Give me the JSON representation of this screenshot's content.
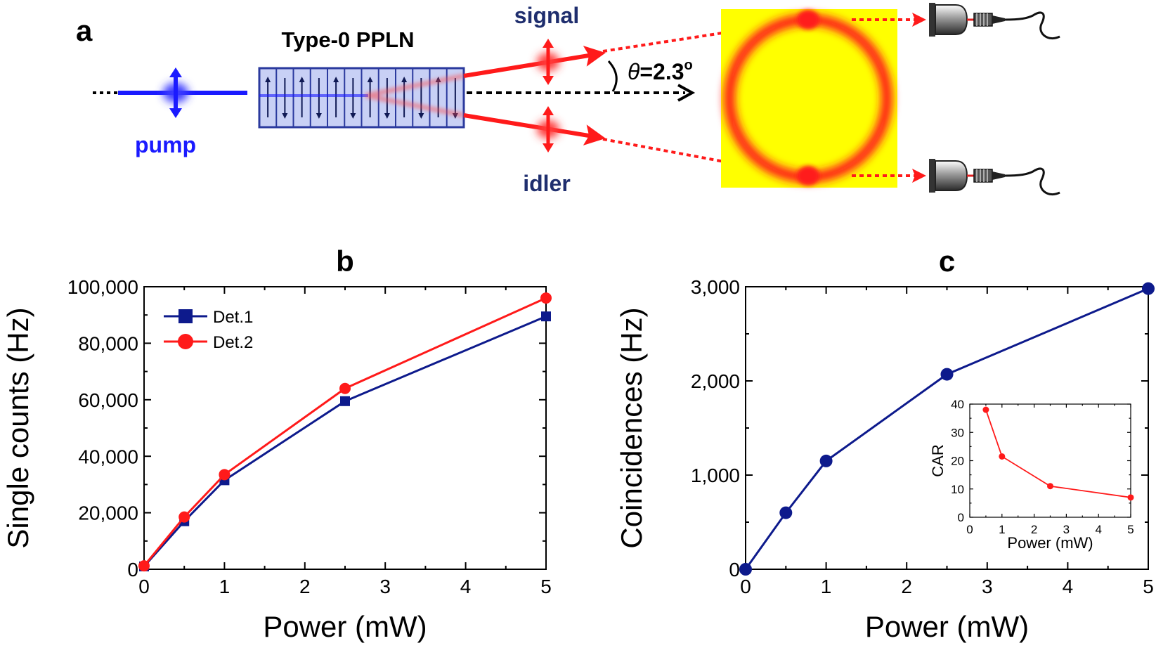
{
  "colors": {
    "pump": "#1a1aff",
    "beam_red": "#ff1a1a",
    "label_navy": "#1f2e6e",
    "series_navy": "#0d1a8c",
    "series_red": "#ff1a1a",
    "screen_yellow": "#ffff00",
    "crystal_fill": "#c8d0f5",
    "crystal_stroke": "#2b3a9e"
  },
  "panel_a": {
    "label": "a",
    "crystal_label": "Type-0 PPLN",
    "pump_label": "pump",
    "signal_label": "signal",
    "idler_label": "idler",
    "theta_symbol": "θ",
    "theta_value": "=2.3",
    "theta_unit": "o",
    "icons": [
      "detector-icon",
      "fiber-connector-icon"
    ]
  },
  "chart_data": [
    {
      "panel": "b",
      "type": "line",
      "title": "b",
      "xlabel": "Power (mW)",
      "ylabel": "Single counts (Hz)",
      "xlim": [
        0,
        5
      ],
      "ylim": [
        0,
        100000
      ],
      "xticks": [
        "0",
        "1",
        "2",
        "3",
        "4",
        "5"
      ],
      "yticks": [
        "0",
        "20,000",
        "40,000",
        "60,000",
        "80,000",
        "100,000"
      ],
      "legend_position": "top-left",
      "x": [
        0,
        0.5,
        1,
        2.5,
        5
      ],
      "series": [
        {
          "name": "Det.1",
          "marker": "square",
          "color": "#0d1a8c",
          "values": [
            1000,
            17000,
            31500,
            59500,
            89500
          ]
        },
        {
          "name": "Det.2",
          "marker": "circle",
          "color": "#ff1a1a",
          "values": [
            1200,
            18500,
            33500,
            64000,
            96000
          ]
        }
      ],
      "grid": false
    },
    {
      "panel": "c",
      "type": "line",
      "title": "c",
      "xlabel": "Power (mW)",
      "ylabel": "Coincidences (Hz)",
      "xlim": [
        0,
        5
      ],
      "ylim": [
        0,
        3000
      ],
      "xticks": [
        "0",
        "1",
        "2",
        "3",
        "4",
        "5"
      ],
      "yticks": [
        "0",
        "1,000",
        "2,000",
        "3,000"
      ],
      "x": [
        0,
        0.5,
        1,
        2.5,
        5
      ],
      "series": [
        {
          "marker": "circle",
          "color": "#0d1a8c",
          "values": [
            0,
            600,
            1150,
            2070,
            2980
          ]
        }
      ],
      "grid": false,
      "inset": {
        "type": "line",
        "xlabel": "Power (mW)",
        "ylabel": "CAR",
        "xlim": [
          0,
          5
        ],
        "ylim": [
          0,
          40
        ],
        "xticks": [
          "0",
          "1",
          "2",
          "3",
          "4",
          "5"
        ],
        "yticks": [
          "0",
          "10",
          "20",
          "30",
          "40"
        ],
        "x": [
          0.5,
          1,
          2.5,
          5
        ],
        "series": [
          {
            "marker": "circle",
            "color": "#ff1a1a",
            "values": [
              38,
              21.5,
              11,
              7
            ]
          }
        ]
      }
    }
  ]
}
